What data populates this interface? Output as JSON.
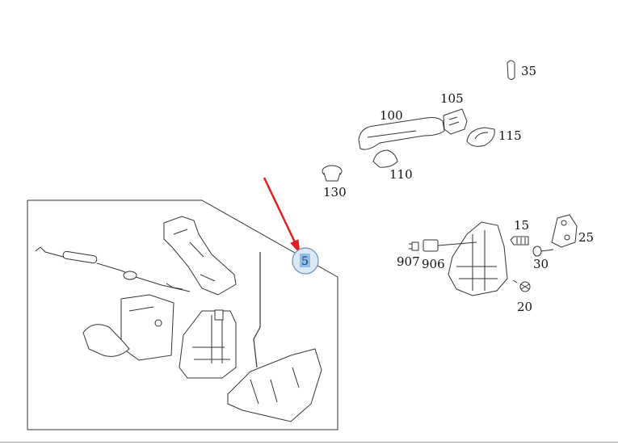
{
  "labels": {
    "p35": "35",
    "p105": "105",
    "p100": "100",
    "p115": "115",
    "p110": "110",
    "p130": "130",
    "p15": "15",
    "p25": "25",
    "p907": "907",
    "p906": "906",
    "p30": "30",
    "p20": "20"
  },
  "callout": {
    "number": "5"
  },
  "colors": {
    "arrow": "#e02020",
    "callout_fill": "#dbe9f7",
    "callout_stroke": "#6d8fb5",
    "callout_highlight": "#8fbde8",
    "line": "#333333"
  }
}
